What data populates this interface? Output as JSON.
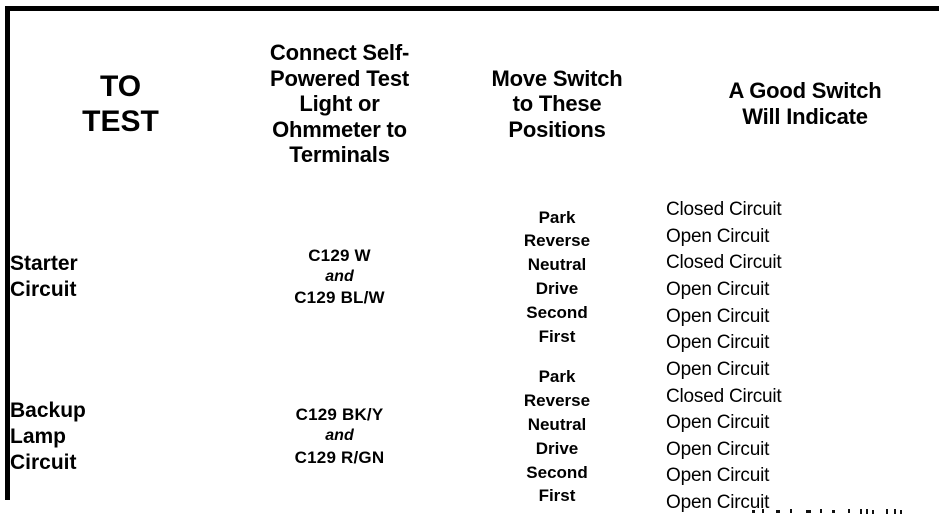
{
  "table": {
    "headers": [
      {
        "id": "to-test",
        "lines": [
          "TO",
          "TEST"
        ]
      },
      {
        "id": "connect-to",
        "lines": [
          "Connect Self-",
          "Powered Test",
          "Light or",
          "Ohmmeter to",
          "Terminals"
        ]
      },
      {
        "id": "move-switch",
        "lines": [
          "Move Switch",
          "to These",
          "Positions"
        ]
      },
      {
        "id": "good-switch",
        "lines": [
          "A Good Switch",
          "Will Indicate"
        ]
      }
    ],
    "rows": [
      {
        "id": "starter-circuit",
        "name_lines": [
          "Starter",
          "Circuit"
        ],
        "terminals": {
          "first": "C129 W",
          "conjunction": "and",
          "second": "C129 BL/W"
        },
        "positions": [
          "Park",
          "Reverse",
          "Neutral",
          "Drive",
          "Second",
          "First"
        ],
        "indications": [
          "Closed Circuit",
          "Open Circuit",
          "Closed Circuit",
          "Open Circuit",
          "Open Circuit",
          "Open Circuit"
        ]
      },
      {
        "id": "backup-lamp-circuit",
        "name_lines": [
          "Backup",
          "Lamp",
          "Circuit"
        ],
        "terminals": {
          "first": "C129 BK/Y",
          "conjunction": "and",
          "second": "C129 R/GN"
        },
        "positions": [
          "Park",
          "Reverse",
          "Neutral",
          "Drive",
          "Second",
          "First"
        ],
        "indications": [
          "Open Circuit",
          "Closed Circuit",
          "Open Circuit",
          "Open Circuit",
          "Open Circuit",
          "Open Circuit"
        ]
      }
    ]
  },
  "colors": {
    "ink": "#000000",
    "paper": "#ffffff"
  }
}
